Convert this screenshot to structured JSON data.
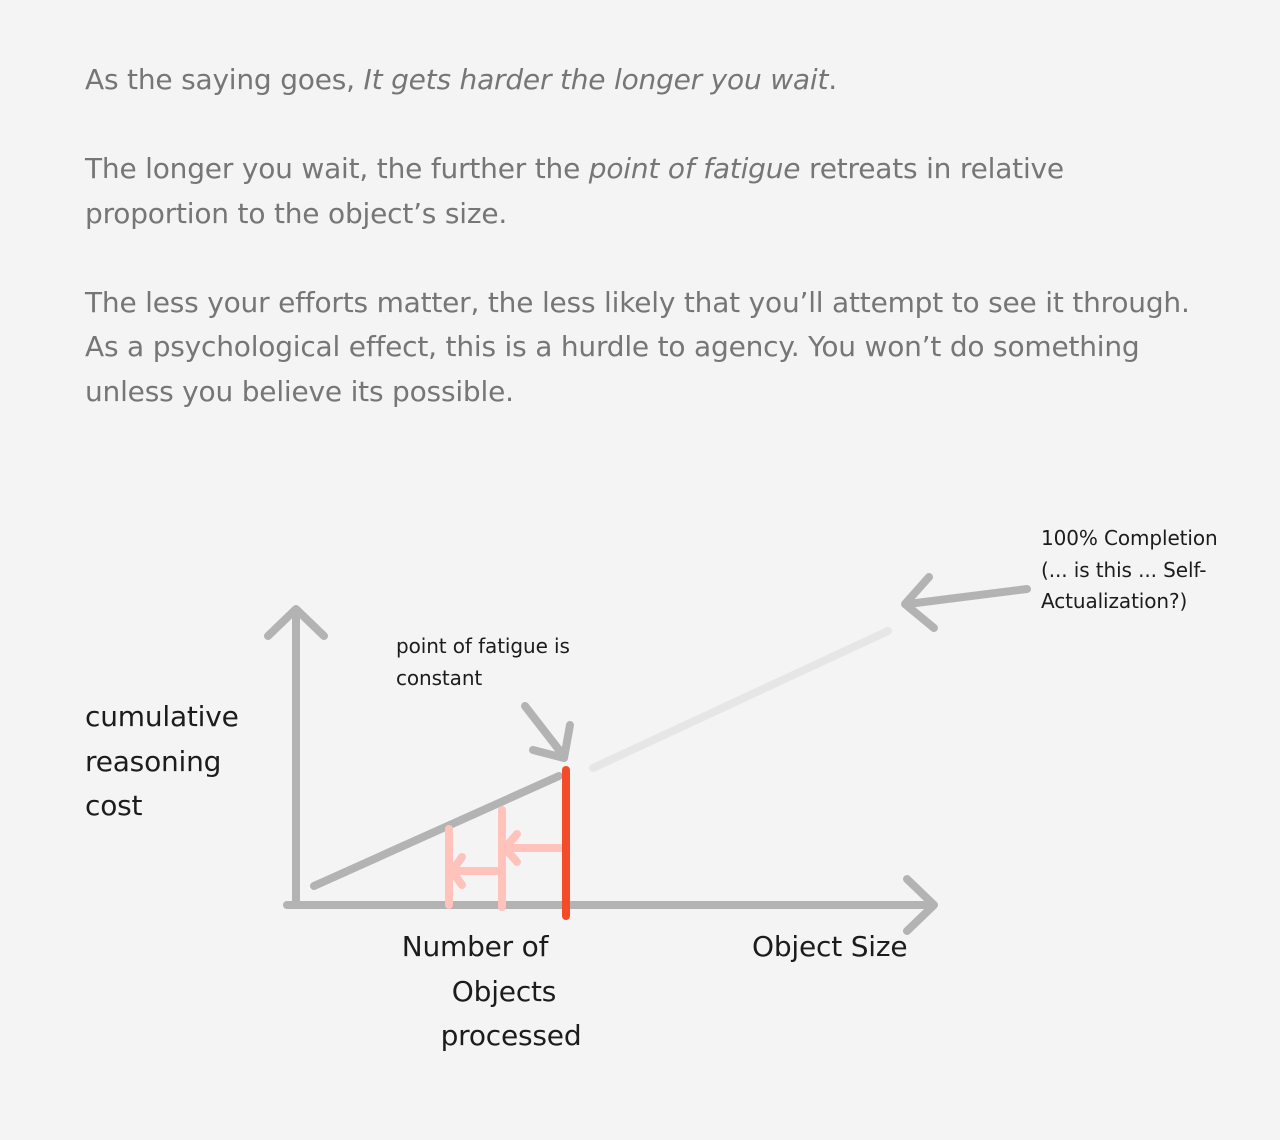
{
  "article": {
    "p1_text": "As the saying goes, ",
    "p1_em": "It gets harder the longer you wait",
    "p1_end": ".",
    "p2_text1": "The longer you wait, the further the ",
    "p2_em": "point of fatigue",
    "p2_text2": " retreats in relative proportion to the object’s size.",
    "p3_text": "The less your efforts matter, the less likely that you’ll attempt to see it through. As a psychological effect, this is a hurdle to agency. You won’t do something unless you believe its possible."
  },
  "diagram": {
    "y_axis_label": [
      "cumulative",
      "reasoning",
      "cost"
    ],
    "x_label_objects": [
      "Number of",
      "Objects",
      "processed"
    ],
    "x_label_size": "Object Size",
    "fatigue_note": [
      "point of fatigue is",
      "constant"
    ],
    "completion_note": [
      "100% Completion",
      "(... is this ... Self-",
      "Actualization?)"
    ],
    "colors": {
      "axis": "#b3b3b3",
      "faded_line": "#e6e6e6",
      "fatigue_marker": "#f44c28",
      "prior_markers": "#ffc3bb",
      "text": "#1c1c1c",
      "prose": "#767676"
    }
  }
}
